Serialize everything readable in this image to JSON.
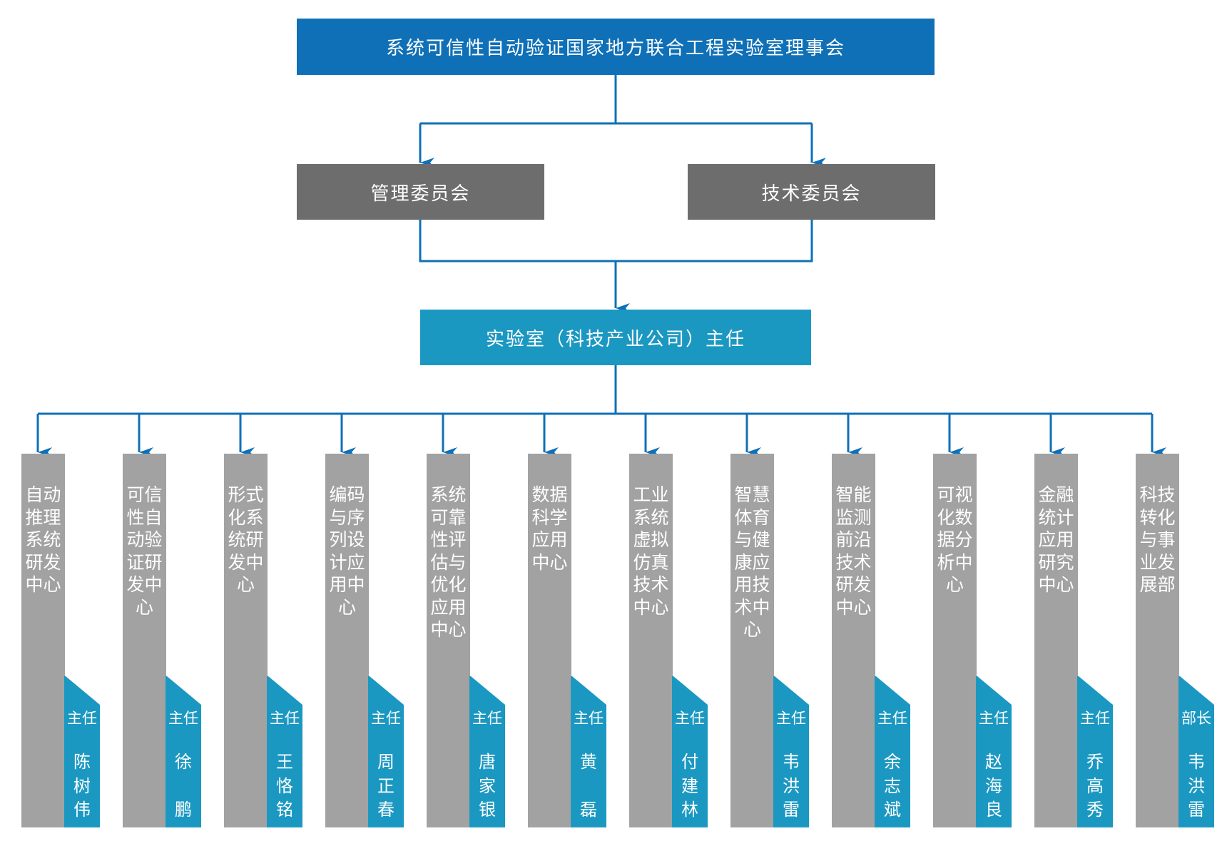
{
  "council": "系统可信性自动验证国家地方联合工程实验室理事会",
  "committees": {
    "management": "管理委员会",
    "technical": "技术委员会"
  },
  "director": "实验室（科技产业公司）主任",
  "colors": {
    "blue": "#0f70b7",
    "teal": "#1b98c1",
    "gray_dark": "#6d6d6d",
    "gray_light": "#a2a2a2"
  },
  "units": [
    {
      "name": "自动推理系统研发中心",
      "role": "主任",
      "person": [
        "陈",
        "树",
        "伟"
      ]
    },
    {
      "name": "可信性自动验证研发中心",
      "role": "主任",
      "person": [
        "徐",
        "",
        "鹏"
      ]
    },
    {
      "name": "形式化系统研发中心",
      "role": "主任",
      "person": [
        "王",
        "恪",
        "铭"
      ]
    },
    {
      "name": "编码与序列设计应用中心",
      "role": "主任",
      "person": [
        "周",
        "正",
        "春"
      ]
    },
    {
      "name": "系统可靠性评估与优化应用中心",
      "role": "主任",
      "person": [
        "唐",
        "家",
        "银"
      ]
    },
    {
      "name": "数据科学应用中心",
      "role": "主任",
      "person": [
        "黄",
        "",
        "磊"
      ]
    },
    {
      "name": "工业系统虚拟仿真技术中心",
      "role": "主任",
      "person": [
        "付",
        "建",
        "林"
      ]
    },
    {
      "name": "智慧体育与健康应用技术中心",
      "role": "主任",
      "person": [
        "韦",
        "洪",
        "雷"
      ]
    },
    {
      "name": "智能监测前沿技术研发中心",
      "role": "主任",
      "person": [
        "余",
        "志",
        "斌"
      ]
    },
    {
      "name": "可视化数据分析中心",
      "role": "主任",
      "person": [
        "赵",
        "海",
        "良"
      ]
    },
    {
      "name": "金融统计应用研究中心",
      "role": "主任",
      "person": [
        "乔",
        "高",
        "秀"
      ]
    },
    {
      "name": "科技转化与事业发展部",
      "role": "部长",
      "person": [
        "韦",
        "洪",
        "雷"
      ]
    }
  ]
}
